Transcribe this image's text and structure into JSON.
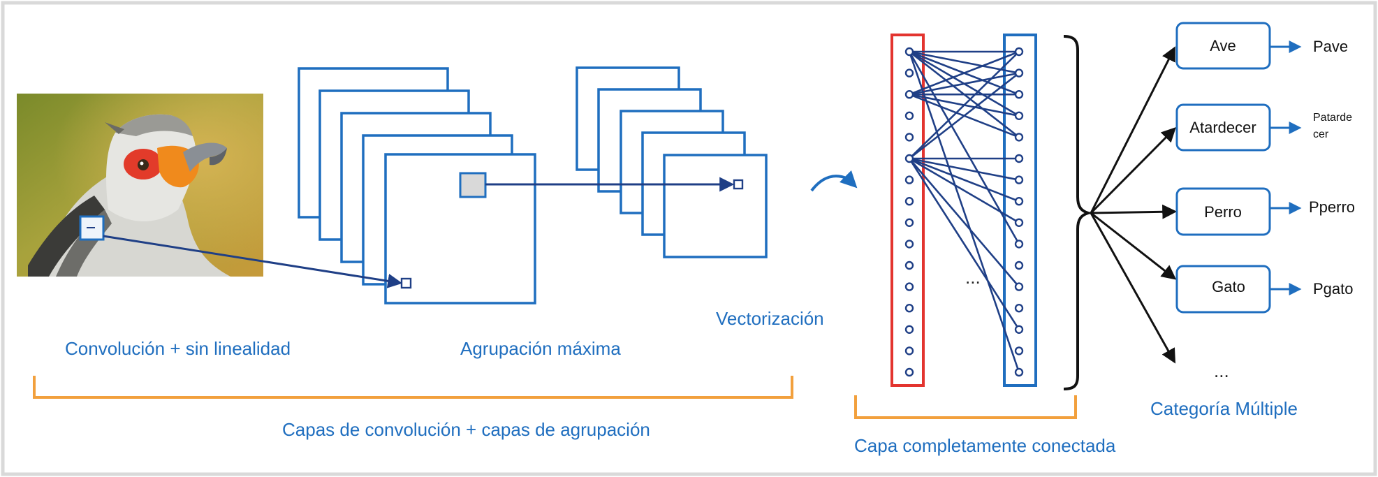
{
  "colors": {
    "blue": "#1f6ebf",
    "dark_blue": "#1f3f86",
    "red": "#e3342f",
    "orange": "#f2a03d",
    "black": "#111111"
  },
  "captions": {
    "convolution": "Convolución + sin linealidad",
    "max_pooling": "Agrupación máxima",
    "flatten": "Vectorización",
    "conv_pool_layers": "Capas de convolución + capas de agrupación",
    "fully_connected": "Capa completamente conectada",
    "multi_category": "Categoría Múltiple"
  },
  "classes": [
    {
      "label": "Ave",
      "prob": "Pave"
    },
    {
      "label": "Atardecer",
      "prob_line1": "Patarde",
      "prob_line2": "cer"
    },
    {
      "label": "Perro",
      "prob": "Pperro"
    },
    {
      "label": "Gato",
      "prob": "Pgato"
    }
  ],
  "ellipsis": {
    "hidden_nodes": "...",
    "classes": "..."
  },
  "icons": {
    "input_image": "bird-photo",
    "flatten_arrow": "curved-arrow-icon"
  }
}
